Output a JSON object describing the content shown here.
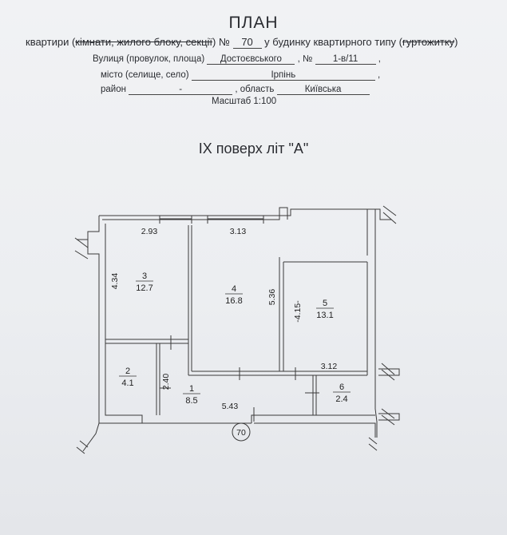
{
  "header": {
    "title": "ПЛАН",
    "apartment_line": {
      "prefix": "квартири (",
      "struck": "кімнати, жилого блоку, секції",
      "mid": ") №",
      "number": "70",
      "after_number": "у будинку квартирного типу (",
      "struck2": "гуртожитку",
      "suffix": ")"
    },
    "street_label": "Вулиця (провулок, площа)",
    "street_value": "Достоєвського",
    "house_label": ", №",
    "house_value": "1-в/11",
    "comma": ",",
    "city_label": "місто (селище, село)",
    "city_value": "Ірпінь",
    "district_label": "район",
    "district_value": "-",
    "region_label": ", область",
    "region_value": "Київська",
    "scale": "Масштаб  1:100",
    "floor": "IX поверх  літ \"А\""
  },
  "rooms": [
    {
      "id": "3",
      "area": "12.7"
    },
    {
      "id": "4",
      "area": "16.8"
    },
    {
      "id": "5",
      "area": "13.1"
    },
    {
      "id": "2",
      "area": "4.1"
    },
    {
      "id": "1",
      "area": "8.5"
    },
    {
      "id": "6",
      "area": "2.4"
    }
  ],
  "dimensions": {
    "d1": "2.93",
    "d2": "3.13",
    "d3": "4.34",
    "d4": "5.36",
    "d5": "-4.15-",
    "d6": "3.12",
    "d7": "2.40",
    "d8": "5.43"
  },
  "apartment_marker": "70"
}
